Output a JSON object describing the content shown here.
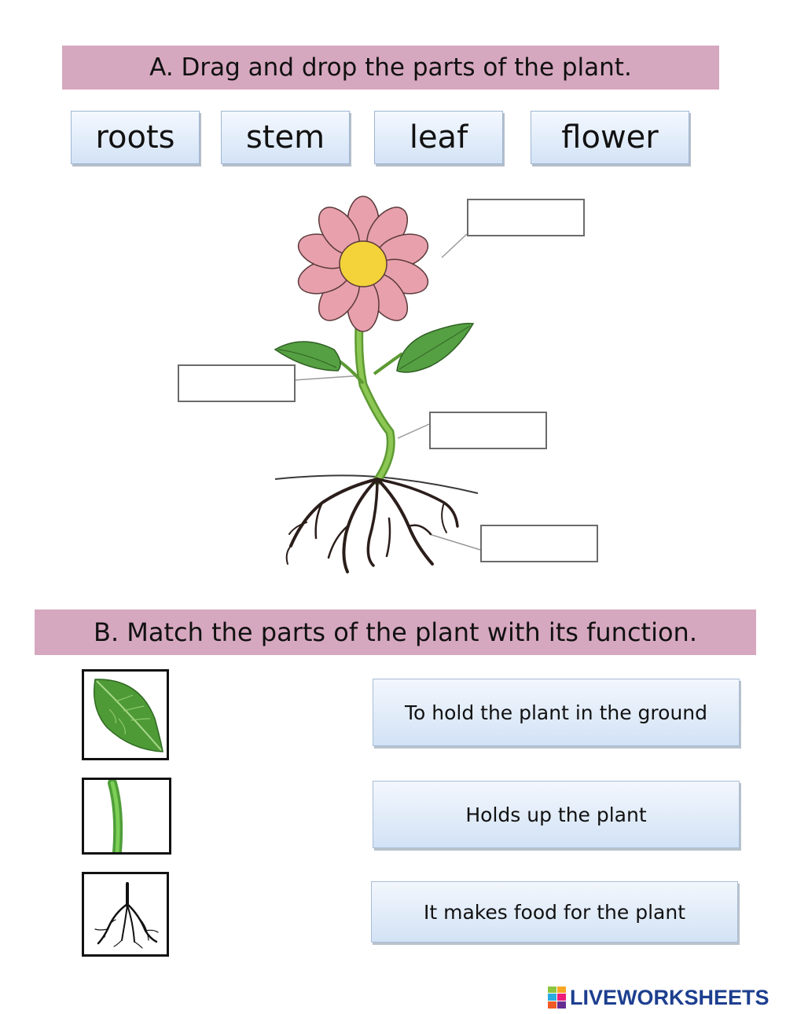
{
  "section_a": {
    "title": "A. Drag and drop the parts of the plant.",
    "tiles": [
      "roots",
      "stem",
      "leaf",
      "flower"
    ]
  },
  "section_b": {
    "title": "B. Match the parts of the plant with its function.",
    "pictures": [
      "leaf-picture",
      "stem-picture",
      "roots-picture"
    ],
    "functions": [
      "To hold the plant in the ground",
      "Holds up the plant",
      "It makes food for the plant"
    ]
  },
  "footer": {
    "logo": "LIVEWORKSHEETS"
  },
  "colors": {
    "banner": "#d6a8bf",
    "tile_top": "#f4f8ff",
    "tile_bottom": "#d3e3f6",
    "petal": "#e8a0ad",
    "petal_outline": "#5a3a3a",
    "flower_center": "#f3d23a",
    "leaf": "#4f9a3c",
    "stem": "#78b546",
    "root": "#2b1e1a",
    "logo": "#1d3f8f"
  }
}
